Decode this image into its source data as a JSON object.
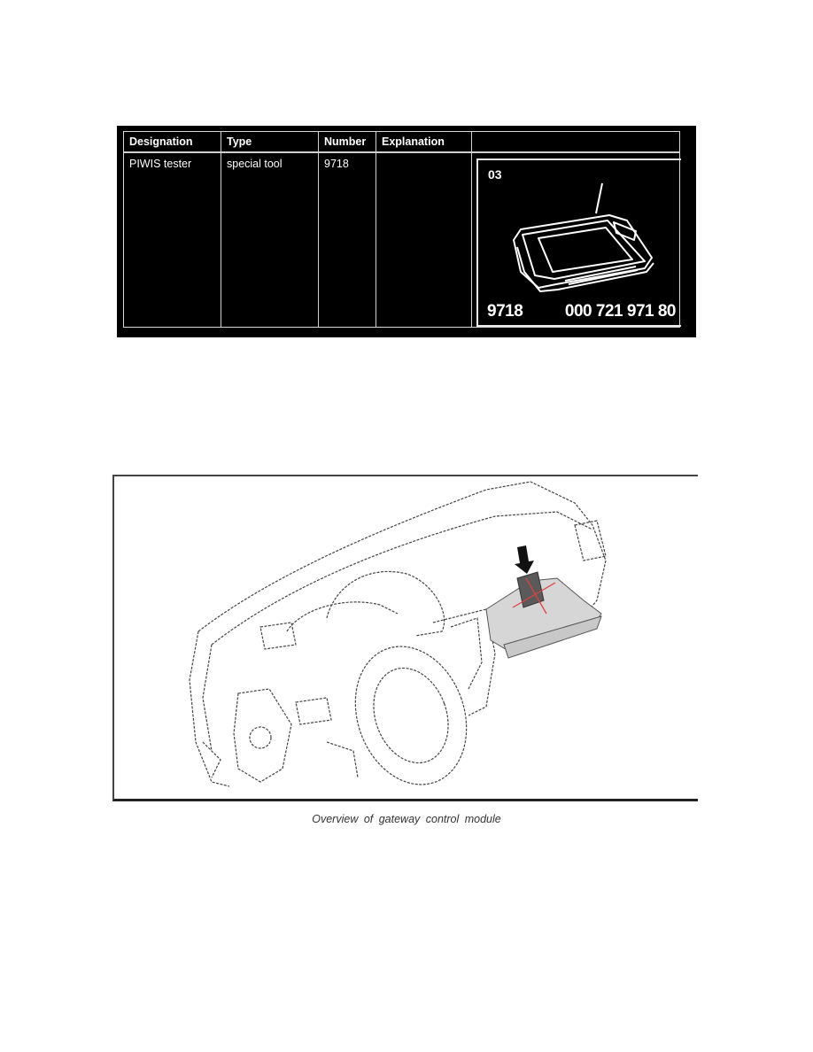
{
  "tool_table": {
    "headers": [
      "Designation",
      "Type",
      "Number",
      "Explanation",
      ""
    ],
    "rows": [
      {
        "designation": "PIWIS tester",
        "type": "special tool",
        "number": "9718",
        "explanation": "",
        "image": {
          "label_id": "03",
          "tool_number": "9718",
          "part_number": "000 721 971 80",
          "icon": "piwis-tester-tablet-icon"
        }
      }
    ]
  },
  "figure": {
    "icon": "dashboard-exploded-view-illustration",
    "highlight": "gateway-control-module-location-arrow",
    "caption": "Overview of gateway control module"
  },
  "colors": {
    "table_background": "#000000",
    "table_text": "#ffffff",
    "highlight_red": "#e04040",
    "highlight_grey": "#d6d6d6"
  }
}
